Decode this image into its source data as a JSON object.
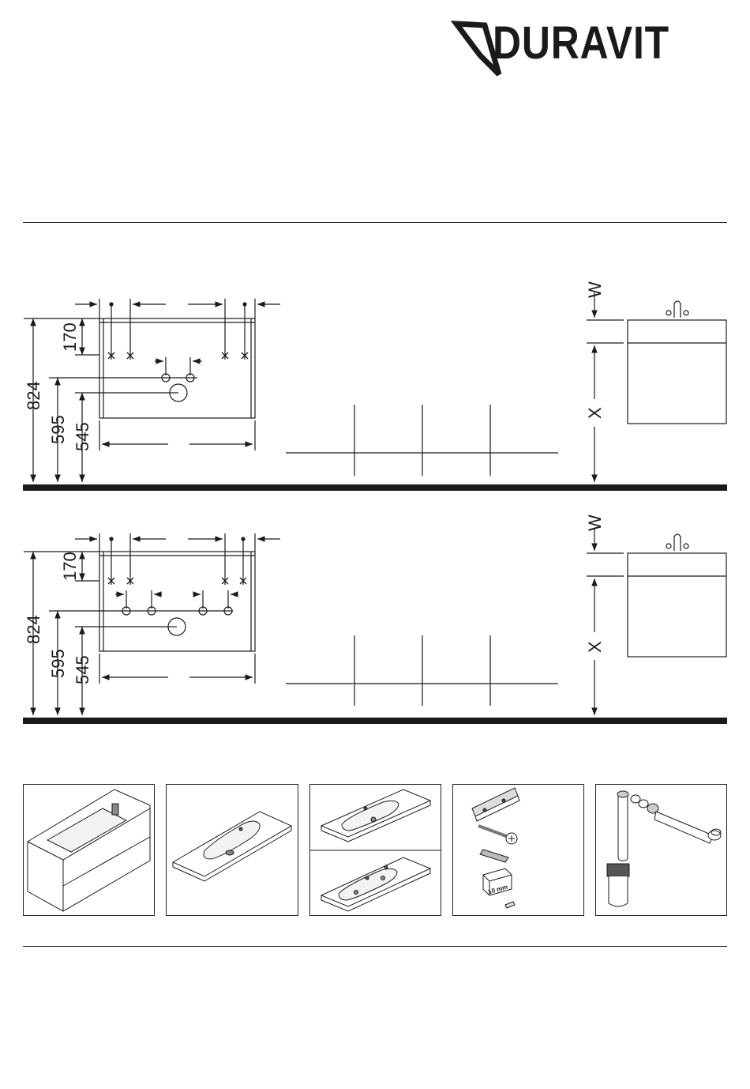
{
  "header": {
    "brand": "DURAVIT"
  },
  "drawing_top": {
    "dim_height": "824",
    "dim_mid": "595",
    "dim_low": "545",
    "dim_top": "170",
    "side_label_w": "W",
    "side_label_x": "X"
  },
  "drawing_bottom": {
    "dim_height": "824",
    "dim_mid": "595",
    "dim_low": "545",
    "dim_top": "170",
    "side_label_w": "W",
    "side_label_x": "X"
  },
  "components": {
    "fixing_label": "10 mm"
  }
}
